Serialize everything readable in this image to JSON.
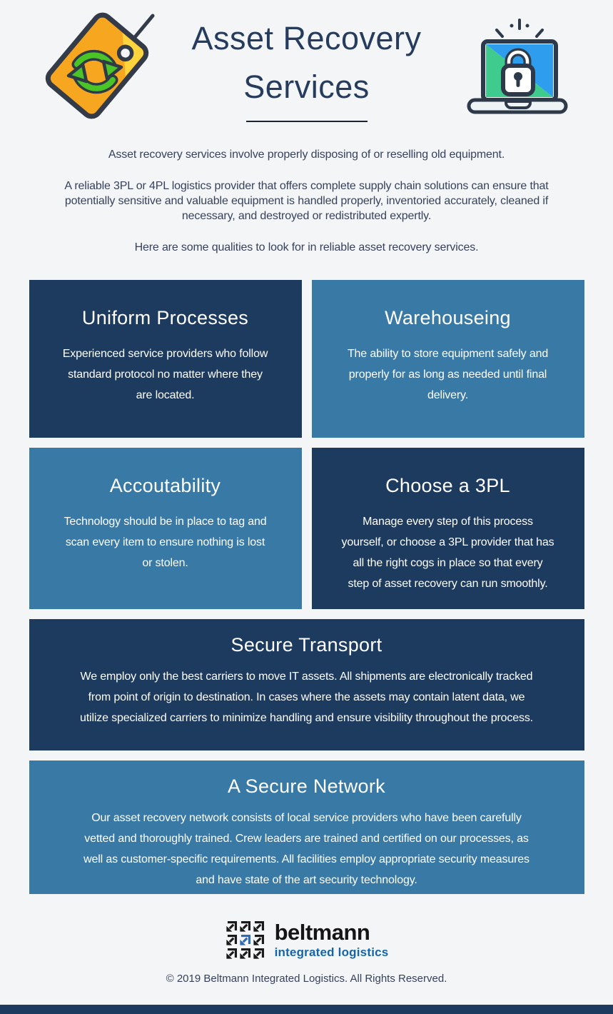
{
  "page": {
    "background_color": "#f4f5f7",
    "bottom_bar_color": "#1d3a5f"
  },
  "header": {
    "title": "Asset Recovery\nServices",
    "left_icon": "recycle-tag-icon",
    "right_icon": "secure-laptop-icon"
  },
  "intro": {
    "p1": "Asset recovery services involve properly disposing of or reselling old equipment.",
    "p2": "A reliable 3PL or 4PL logistics provider that offers complete supply chain solutions can ensure that\npotentially sensitive and valuable equipment is handled properly, inventoried accurately, cleaned if\nnecessary, and destroyed or redistributed expertly.",
    "p3": "Here are some qualities to look for in reliable asset recovery services."
  },
  "cards": [
    {
      "title": "Uniform Processes",
      "body": "Experienced service providers who follow\nstandard protocol no matter where they\nare located.",
      "variant": "dark"
    },
    {
      "title": "Warehouseing",
      "body": "The ability to store equipment safely and\nproperly for as long as needed until final\ndelivery.",
      "variant": "light"
    },
    {
      "title": "Accoutability",
      "body": "Technology should be in place to tag and\nscan every item to ensure nothing is lost\nor stolen.",
      "variant": "light"
    },
    {
      "title": "Choose a 3PL",
      "body": "Manage every step of this process\nyourself, or choose a 3PL provider that has\nall the right cogs in place so that every\nstep of asset recovery can run smoothly.",
      "variant": "dark"
    },
    {
      "title": "Secure Transport",
      "body": "We employ only the best carriers to move IT assets.  All shipments are electronically tracked\nfrom point of origin to destination.  In cases where the assets may contain latent data, we\nutilize specialized carriers to minimize handling and ensure visibility throughout the process.",
      "variant": "dark"
    },
    {
      "title": "A Secure Network",
      "body": "Our asset recovery network consists of local service providers who have been carefully\nvetted and thoroughly trained.  Crew leaders are trained and certified on our processes, as\nwell as customer-specific requirements. All facilities employ appropriate security measures\nand have state of the art security technology.",
      "variant": "light"
    }
  ],
  "footer": {
    "logo_mark": "arrow-grid-icon",
    "brand_name": "beltmann",
    "brand_tagline": "integrated logistics",
    "copyright": "© 2019 Beltmann Integrated Logistics. All Rights Reserved."
  },
  "colors": {
    "dark_card": "#1d3a5f",
    "light_card": "#3879a6",
    "title_text": "#263c5d",
    "body_text": "#36425c",
    "brand_black": "#151515",
    "brand_blue": "#1566a8",
    "logo_arrow_blue": "#2f6cb4",
    "tag_orange": "#f6a71f",
    "tag_yellow": "#ffd43c",
    "recycle_green": "#4ac427",
    "screen_blue": "#2f9ded",
    "screen_green": "#3ecb8d"
  }
}
